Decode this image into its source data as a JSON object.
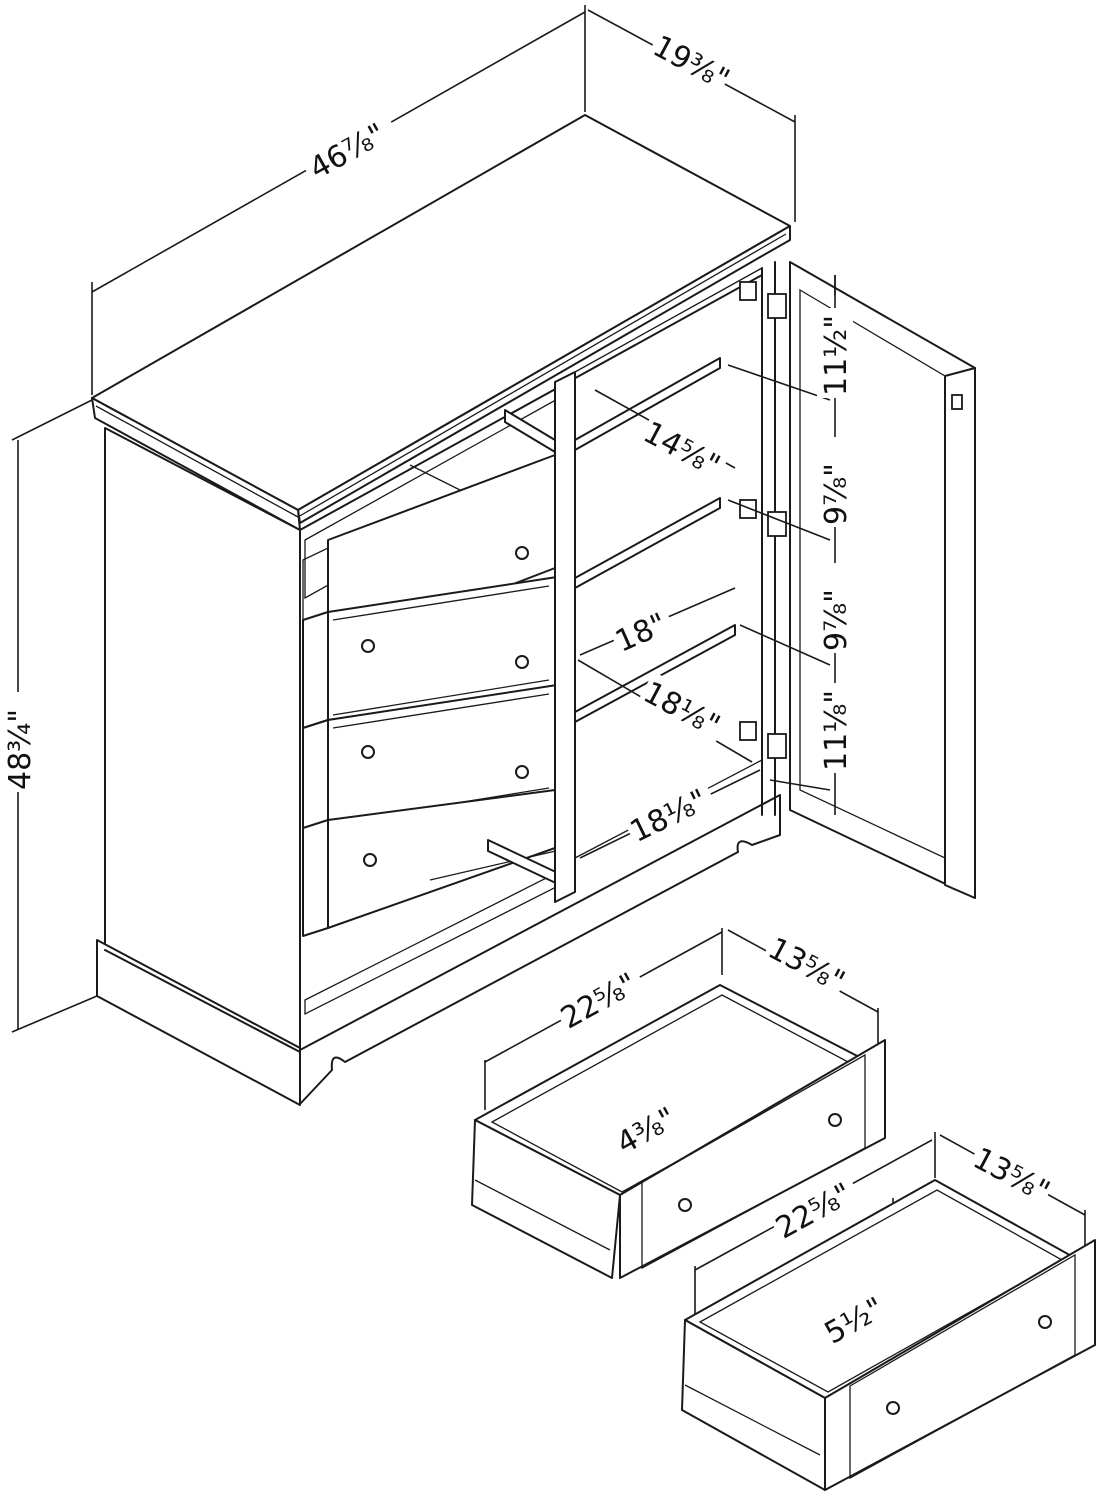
{
  "dimensions": {
    "overall_width": "46⁷⁄₈\"",
    "overall_depth": "19³⁄₈\"",
    "overall_height": "48³⁄₄\"",
    "shelf_gap_top": "11¹⁄₂\"",
    "shelf_gap_upper": "9⁷⁄₈\"",
    "shelf_gap_lower": "9⁷⁄₈\"",
    "shelf_gap_bottom": "11¹⁄₈\"",
    "shelf_depth": "14⁵⁄₈\"",
    "shelf_width": "18\"",
    "interior_width": "18¹⁄₈\"",
    "bottom_width": "18¹⁄₈\"",
    "drawer1_width": "22⁵⁄₈\"",
    "drawer1_depth": "13⁵⁄₈\"",
    "drawer1_height": "4³⁄₈\"",
    "drawer2_width": "22⁵⁄₈\"",
    "drawer2_depth": "13⁵⁄₈\"",
    "drawer2_height": "5¹⁄₂\""
  }
}
